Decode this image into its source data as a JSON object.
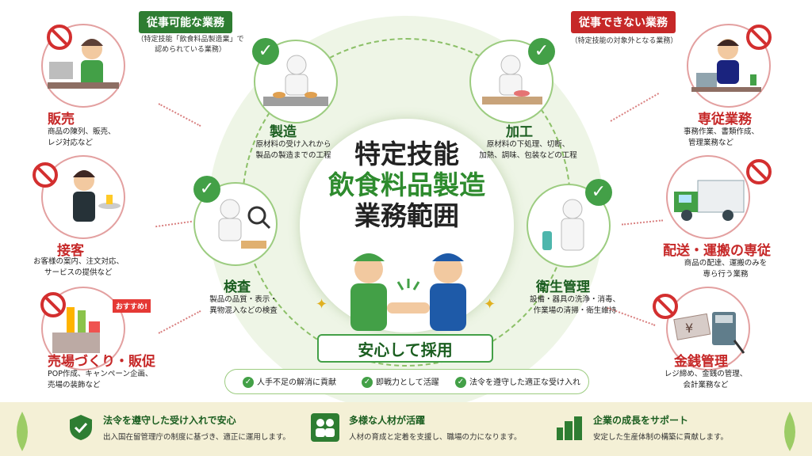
{
  "center": {
    "line1": "特定技能",
    "line2": "飲食料品製造",
    "line3": "業務範囲"
  },
  "allowed": {
    "header": "従事可能な業務",
    "note_l1": "（特定技能「飲食料品製造業」で",
    "note_l2": "認められている業務）",
    "items": [
      {
        "label": "製造",
        "desc1": "原材料の受け入れから",
        "desc2": "製品の製造までの工程"
      },
      {
        "label": "加工",
        "desc1": "原材料の下処理、切断、",
        "desc2": "加熱、調味、包装などの工程"
      },
      {
        "label": "検査",
        "desc1": "製品の品質・表示・",
        "desc2": "異物混入などの検査"
      },
      {
        "label": "衛生管理",
        "desc1": "設備・器具の洗浄・消毒、",
        "desc2": "作業場の清掃・衛生維持"
      }
    ]
  },
  "forbidden": {
    "header": "従事できない業務",
    "note": "（特定技能の対象外となる業務）",
    "items": [
      {
        "label": "販売",
        "desc1": "商品の陳列、販売、",
        "desc2": "レジ対応など"
      },
      {
        "label": "接客",
        "desc1": "お客様の案内、注文対応、",
        "desc2": "サービスの提供など"
      },
      {
        "label": "売場づくり・販促",
        "desc1": "POP作成、キャンペーン企画、",
        "desc2": "売場の装飾など",
        "sign": "おすすめ!"
      },
      {
        "label": "専従業務",
        "desc1": "事務作業、書類作成、",
        "desc2": "管理業務など"
      },
      {
        "label": "配送・運搬の専従",
        "desc1": "商品の配達、運搬のみを",
        "desc2": "専ら行う業務"
      },
      {
        "label": "金銭管理",
        "desc1": "レジ締め、金銭の管理、",
        "desc2": "会計業務など"
      }
    ]
  },
  "anshin": "安心して採用",
  "benefits": [
    "人手不足の解消に貢献",
    "即戦力として活躍",
    "法令を遵守した適正な受け入れ"
  ],
  "footer": [
    {
      "icon": "shield-check-icon",
      "title": "法令を遵守した受け入れで安心",
      "desc": "出入国在留管理庁の制度に基づき、適正に運用します。"
    },
    {
      "icon": "people-icon",
      "title": "多様な人材が活躍",
      "desc": "人材の育成と定着を支援し、職場の力になります。"
    },
    {
      "icon": "buildings-growth-icon",
      "title": "企業の成長をサポート",
      "desc": "安定した生産体制の構築に貢献します。"
    }
  ],
  "colors": {
    "green": "#2e7d32",
    "red": "#c62828",
    "light_green": "#eef5e6",
    "footer_bg": "#f4f0d6"
  }
}
